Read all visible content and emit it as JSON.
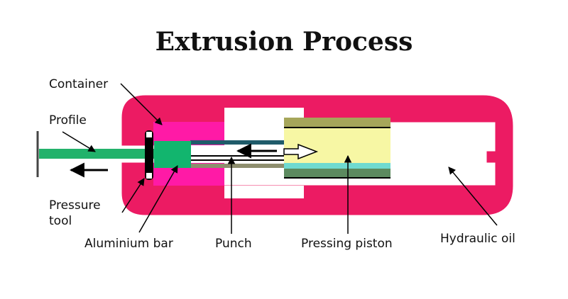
{
  "title": "Extrusion Process",
  "labels": {
    "container": "Container",
    "profile": "Profile",
    "pressure_tool_line1": "Pressure",
    "pressure_tool_line2": "tool",
    "aluminium_bar": "Aluminium bar",
    "punch": "Punch",
    "pressing_piston": "Pressing piston",
    "hydraulic_oil": "Hydraulic oil"
  },
  "colors": {
    "cylinder": "#ec1b63",
    "container": "#ff1aa6",
    "profile": "#22b26b",
    "aluminium_bar": "#12b56e",
    "piston_face": "#f7f7a4",
    "piston_top": "#a6a65a",
    "piston_bottom_band": "#6fdad0",
    "piston_bottom_dark": "#5c8a5f",
    "punch_rod_top": "#1f5b6a",
    "punch_rod_bottom": "#8e8e6e",
    "pressure_tool": "#000000"
  }
}
